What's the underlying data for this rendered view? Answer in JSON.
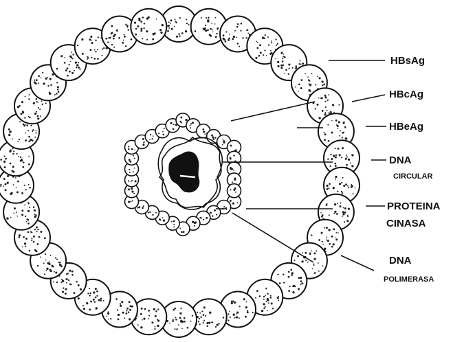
{
  "diagram": {
    "labels": {
      "hbsag": "HBsAg",
      "hbcag": "HBcAg",
      "hbeag": "HBeAg",
      "dna_circular_line1": "DNA",
      "dna_circular_line2": "CIRCULAR",
      "proteina_cinasa_line1": "PROTEINA",
      "proteina_cinasa_line2": "CINASA",
      "dna_polimerasa_line1": "DNA",
      "dna_polimerasa_line2": "POLIMERASA"
    },
    "colors": {
      "ink": "#111111",
      "background": "#ffffff"
    },
    "components": {
      "outer_envelope": "ring of stippled spheres (surface antigen)",
      "inner_core": "hexagonal ring of small beads (core antigen)",
      "genome": "wavy circular DNA with dark central mass"
    }
  }
}
